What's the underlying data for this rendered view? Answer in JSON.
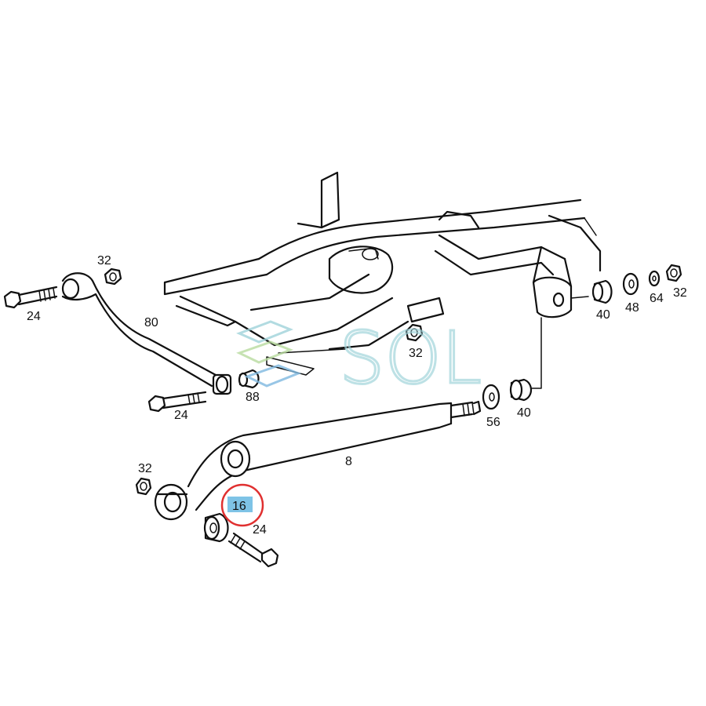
{
  "diagram": {
    "labels": {
      "bolt_left_top": "24",
      "nut_top": "32",
      "link_arm": "80",
      "nut_center": "32",
      "bolt_left_mid": "24",
      "bushing_small": "88",
      "bushing_right_top": "40",
      "washer_right_top": "48",
      "washer_small": "64",
      "nut_right_top": "32",
      "washer_right_mid": "56",
      "bushing_right_mid": "40",
      "control_arm": "8",
      "nut_lower": "32",
      "highlighted_bushing": "16",
      "bolt_lower": "24"
    },
    "highlight": {
      "ring_color": "#e03030",
      "label_bg": "#7ec3e6"
    }
  },
  "watermark": {
    "text": "SOL",
    "colors": [
      "#9fd3da",
      "#b9dca0",
      "#7fb9e0"
    ]
  }
}
